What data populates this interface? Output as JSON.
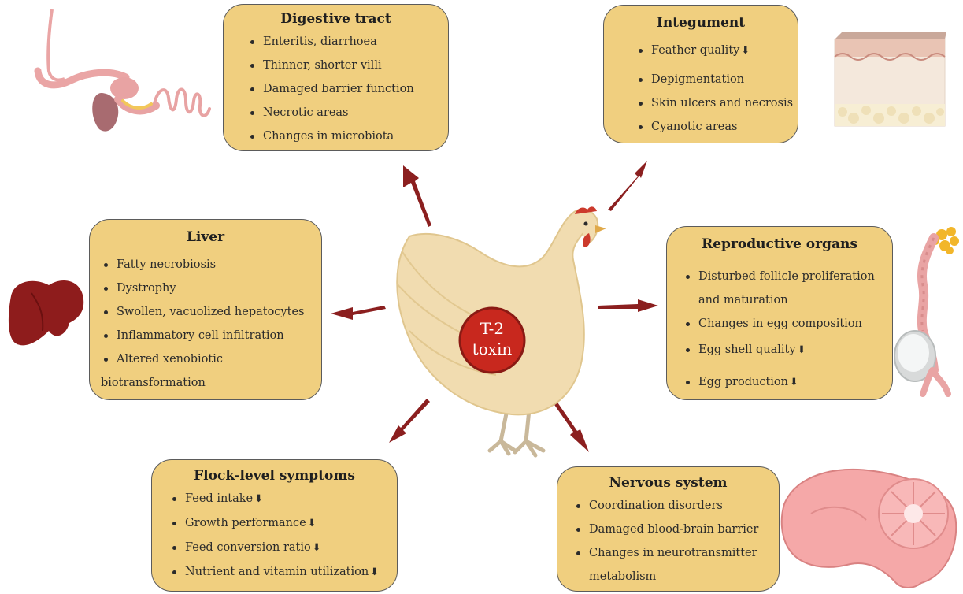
{
  "center_label": [
    "T-2",
    "toxin"
  ],
  "boxes": {
    "digestive": {
      "title": "Digestive tract",
      "items": [
        "Enteritis, diarrhoea",
        "Thinner, shorter villi",
        "Damaged barrier function",
        "Necrotic areas",
        "Changes in microbiota"
      ]
    },
    "integument": {
      "title": "Integument",
      "items": [
        "Feather quality",
        "Depigmentation",
        "Skin ulcers and necrosis",
        "Cyanotic areas"
      ],
      "down_marker": "⬇"
    },
    "liver": {
      "title": "Liver",
      "items": [
        "Fatty necrobiosis",
        "Dystrophy",
        "Swollen, vacuolized hepatocytes",
        "Inflammatory cell infiltration"
      ],
      "item5_line1": "Altered xenobiotic",
      "item5_line2": "biotransformation"
    },
    "reproductive": {
      "title": "Reproductive organs",
      "item1_line1": "Disturbed follicle proliferation",
      "item1_line2": "and maturation",
      "items": [
        "Changes in egg composition",
        "Egg shell quality",
        "Egg production"
      ],
      "down_marker": "⬇"
    },
    "flock": {
      "title": "Flock-level symptoms",
      "items": [
        "Feed intake",
        "Growth performance",
        "Feed conversion ratio",
        "Nutrient and vitamin utilization"
      ],
      "down_marker": "⬇"
    },
    "nervous": {
      "title": "Nervous system",
      "items": [
        "Coordination disorders",
        "Damaged blood-brain barrier",
        "Changes in neurotransmitter"
      ],
      "item3_line2": "metabolism"
    }
  },
  "colors": {
    "box_fill": "#f0cf7f",
    "arrow": "#8b1f1f",
    "toxin_circle": "#c8281e",
    "hen_body": "#f1dcb0"
  }
}
